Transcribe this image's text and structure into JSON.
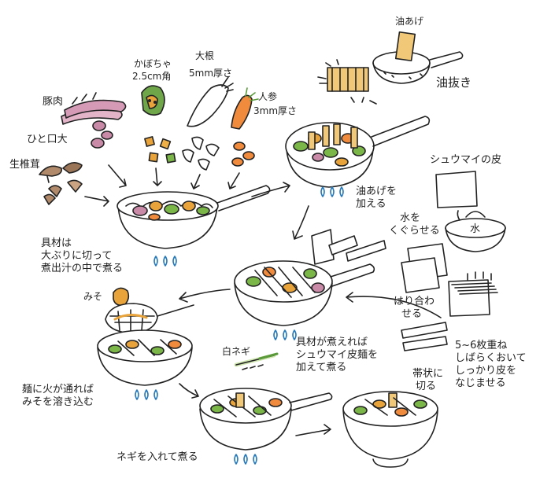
{
  "ingredients": {
    "pork": "豚肉",
    "bite_size": "ひと口大",
    "shiitake": "生椎茸",
    "pumpkin_name": "かぼちゃ",
    "pumpkin_cut": "2.5cm角",
    "daikon_name": "大根",
    "daikon_cut": "5mm厚さ",
    "carrot_name": "人参",
    "carrot_cut": "3mm厚さ"
  },
  "aburaage": {
    "name": "油あげ",
    "prep": "油抜き",
    "step": [
      "油あげを",
      "加える"
    ]
  },
  "shumai": {
    "wrapper": "シュウマイの皮",
    "water": "水",
    "wet": [
      "水を",
      "くぐらせる"
    ],
    "join": [
      "はり合わ",
      "せる"
    ],
    "stack": [
      "5~6枚重ね",
      "しばらくおいて",
      "しっかり皮を",
      "なじませる"
    ],
    "strips": [
      "帯状に",
      "切る"
    ]
  },
  "steps": {
    "simmer": [
      "具材は",
      "大ぶりに切って",
      "煮出汁の中で煮る"
    ],
    "add_noodles": [
      "具材が煮えれば",
      "シュウマイ皮麺を",
      "加えて煮る"
    ],
    "miso": "みそ",
    "dissolve_miso": [
      "麺に火が通れば",
      "みそを溶き込む"
    ],
    "negi": "白ネギ",
    "add_negi": "ネギを入れて煮る"
  },
  "colors": {
    "ink": "#222222",
    "pork": "#c98aa8",
    "pumpkin": "#e8a33a",
    "green": "#7ab648",
    "carrot": "#f08a3c",
    "shiitake": "#b08a6a",
    "aburaage": "#f0c878",
    "flame": "#2a7ab8"
  }
}
